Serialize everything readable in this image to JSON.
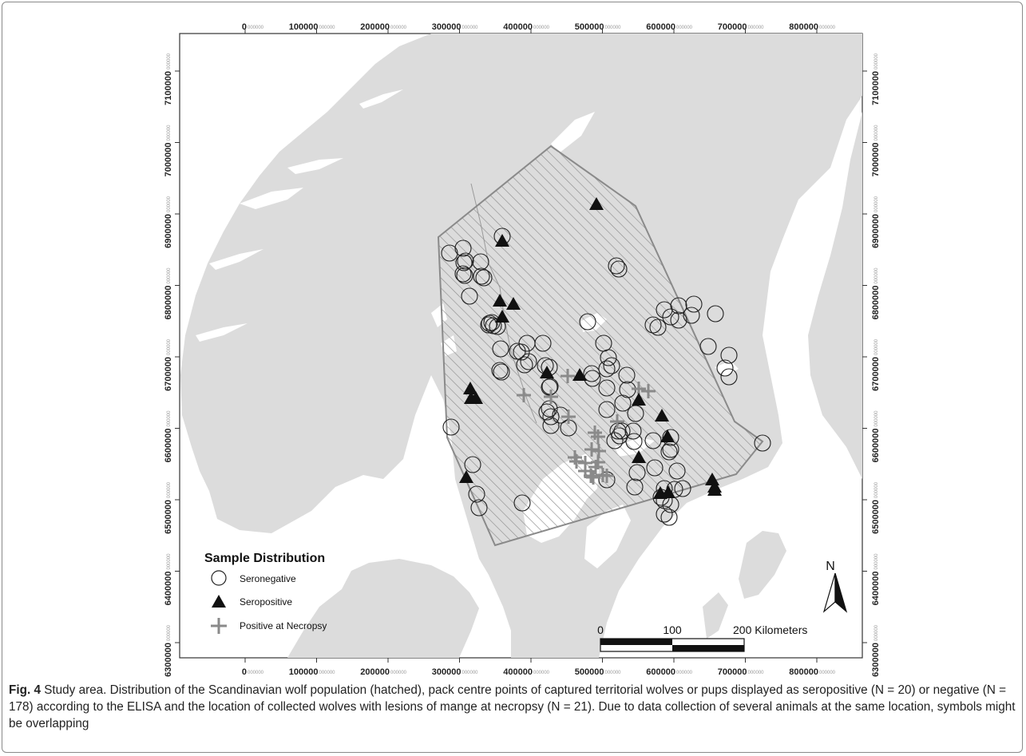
{
  "axes": {
    "x_ticks": [
      {
        "value": "0",
        "decimals": "000000"
      },
      {
        "value": "100000",
        "decimals": "000000"
      },
      {
        "value": "200000",
        "decimals": "000000"
      },
      {
        "value": "300000",
        "decimals": "000000"
      },
      {
        "value": "400000",
        "decimals": "000000"
      },
      {
        "value": "500000",
        "decimals": "000000"
      },
      {
        "value": "600000",
        "decimals": "000000"
      },
      {
        "value": "700000",
        "decimals": "000000"
      },
      {
        "value": "800000",
        "decimals": "000000"
      }
    ],
    "y_ticks": [
      {
        "value": "7100000",
        "decimals": "000000"
      },
      {
        "value": "7000000",
        "decimals": "000000"
      },
      {
        "value": "6900000",
        "decimals": "000000"
      },
      {
        "value": "6800000",
        "decimals": "000000"
      },
      {
        "value": "6700000",
        "decimals": "000000"
      },
      {
        "value": "6600000",
        "decimals": "000000"
      },
      {
        "value": "6500000",
        "decimals": "000000"
      },
      {
        "value": "6400000",
        "decimals": "000000"
      },
      {
        "value": "6300000",
        "decimals": "000000"
      }
    ]
  },
  "legend": {
    "title": "Sample Distribution",
    "items": [
      {
        "symbol": "circle",
        "label": "Seronegative"
      },
      {
        "symbol": "triangle",
        "label": "Seropositive"
      },
      {
        "symbol": "cross",
        "label": "Positive at Necropsy"
      }
    ]
  },
  "scale_bar": {
    "labels": [
      "0",
      "100",
      "200 Kilometers"
    ]
  },
  "north_arrow": {
    "label": "N"
  },
  "colors": {
    "land": "#dcdcdc",
    "sea": "#ffffff",
    "hatch": "#8f8f8f",
    "study_area_edge": "#8a8a8a",
    "necropsy_cross": "#8a8a8a"
  },
  "samples": {
    "seronegative": [
      [
        563,
        317
      ],
      [
        580,
        311
      ],
      [
        581,
        329
      ],
      [
        583,
        327
      ],
      [
        582,
        345
      ],
      [
        580,
        343
      ],
      [
        588,
        371
      ],
      [
        629,
        296
      ],
      [
        602,
        328
      ],
      [
        603,
        346
      ],
      [
        606,
        348
      ],
      [
        612,
        407
      ],
      [
        613,
        405
      ],
      [
        616,
        404
      ],
      [
        618,
        408
      ],
      [
        623,
        409
      ],
      [
        627,
        437
      ],
      [
        626,
        464
      ],
      [
        628,
        466
      ],
      [
        648,
        440
      ],
      [
        653,
        441
      ],
      [
        657,
        457
      ],
      [
        662,
        453
      ],
      [
        660,
        430
      ],
      [
        680,
        430
      ],
      [
        683,
        458
      ],
      [
        688,
        460
      ],
      [
        688,
        485
      ],
      [
        689,
        484
      ],
      [
        688,
        512
      ],
      [
        690,
        522
      ],
      [
        685,
        516
      ],
      [
        702,
        520
      ],
      [
        712,
        536
      ],
      [
        741,
        468
      ],
      [
        742,
        474
      ],
      [
        772,
        333
      ],
      [
        775,
        337
      ],
      [
        756,
        430
      ],
      [
        760,
        462
      ],
      [
        766,
        458
      ],
      [
        774,
        540
      ],
      [
        776,
        546
      ],
      [
        779,
        540
      ],
      [
        786,
        488
      ],
      [
        780,
        505
      ],
      [
        793,
        540
      ],
      [
        794,
        553
      ],
      [
        818,
        407
      ],
      [
        824,
        410
      ],
      [
        832,
        388
      ],
      [
        840,
        397
      ],
      [
        850,
        383
      ],
      [
        850,
        401
      ],
      [
        869,
        381
      ],
      [
        866,
        395
      ],
      [
        896,
        393
      ],
      [
        887,
        434
      ],
      [
        913,
        445
      ],
      [
        908,
        461
      ],
      [
        565,
        535
      ],
      [
        592,
        582
      ],
      [
        597,
        619
      ],
      [
        600,
        636
      ],
      [
        654,
        630
      ],
      [
        760,
        601
      ],
      [
        820,
        586
      ],
      [
        840,
        548
      ],
      [
        828,
        623
      ],
      [
        832,
        627
      ],
      [
        832,
        612
      ],
      [
        838,
        566
      ],
      [
        840,
        563
      ],
      [
        848,
        590
      ],
      [
        913,
        472
      ],
      [
        955,
        555
      ],
      [
        832,
        644
      ],
      [
        838,
        648
      ],
      [
        845,
        613
      ],
      [
        795,
        610
      ],
      [
        818,
        552
      ],
      [
        855,
        612
      ],
      [
        840,
        632
      ],
      [
        798,
        592
      ],
      [
        690,
        533
      ],
      [
        760,
        513
      ],
      [
        770,
        552
      ],
      [
        796,
        518
      ],
      [
        760,
        486
      ],
      [
        785,
        470
      ],
      [
        762,
        448
      ],
      [
        736,
        403
      ]
    ],
    "seropositive": [
      [
        747,
        256
      ],
      [
        629,
        302
      ],
      [
        643,
        381
      ],
      [
        626,
        377
      ],
      [
        629,
        397
      ],
      [
        589,
        487
      ],
      [
        590,
        499
      ],
      [
        596,
        499
      ],
      [
        584,
        598
      ],
      [
        726,
        470
      ],
      [
        685,
        467
      ],
      [
        800,
        501
      ],
      [
        829,
        521
      ],
      [
        827,
        618
      ],
      [
        837,
        617
      ],
      [
        836,
        547
      ],
      [
        892,
        601
      ],
      [
        895,
        610
      ],
      [
        895,
        614
      ],
      [
        800,
        573
      ]
    ],
    "necropsy": [
      [
        711,
        471
      ],
      [
        690,
        497
      ],
      [
        773,
        528
      ],
      [
        749,
        547
      ],
      [
        745,
        542
      ],
      [
        741,
        563
      ],
      [
        746,
        585
      ],
      [
        720,
        573
      ],
      [
        722,
        578
      ],
      [
        733,
        590
      ],
      [
        743,
        598
      ],
      [
        755,
        595
      ],
      [
        812,
        490
      ],
      [
        800,
        487
      ],
      [
        656,
        495
      ],
      [
        712,
        522
      ],
      [
        760,
        596
      ],
      [
        749,
        579
      ],
      [
        740,
        596
      ],
      [
        733,
        580
      ],
      [
        750,
        565
      ]
    ]
  },
  "caption": {
    "label": "Fig. 4",
    "text": " Study area. Distribution of the Scandinavian wolf population (hatched), pack centre points of captured territorial wolves or pups displayed as seropositive (N = 20) or negative (N = 178) according to the ELISA and the location of collected wolves with lesions of mange at necropsy (N = 21). Due to data collection of several animals at the same location, symbols might be overlapping"
  }
}
